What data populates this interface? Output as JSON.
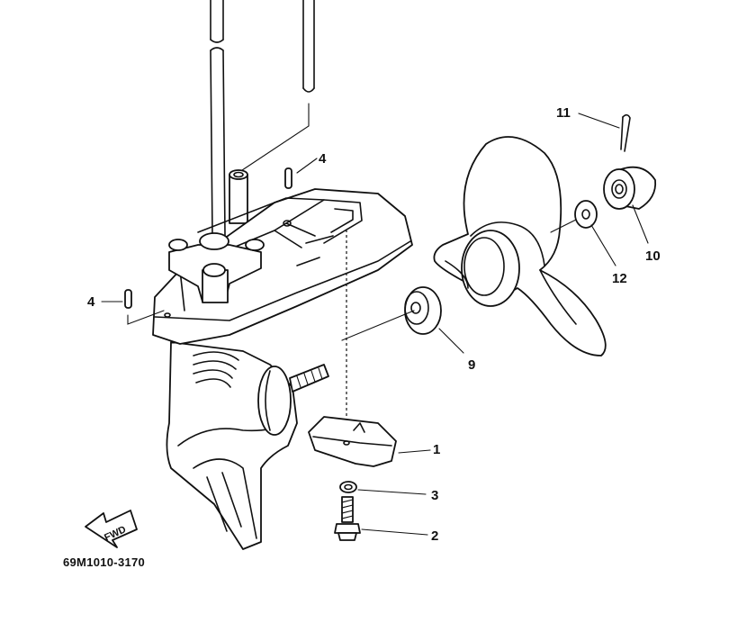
{
  "part_number": "69M1010-3170",
  "fwd_label": "FWD",
  "callouts": [
    {
      "key": "c11",
      "label": "11"
    },
    {
      "key": "c4a",
      "label": "4"
    },
    {
      "key": "c10",
      "label": "10"
    },
    {
      "key": "c12",
      "label": "12"
    },
    {
      "key": "c4b",
      "label": "4"
    },
    {
      "key": "c9",
      "label": "9"
    },
    {
      "key": "c1",
      "label": "1"
    },
    {
      "key": "c3",
      "label": "3"
    },
    {
      "key": "c2",
      "label": "2"
    }
  ]
}
